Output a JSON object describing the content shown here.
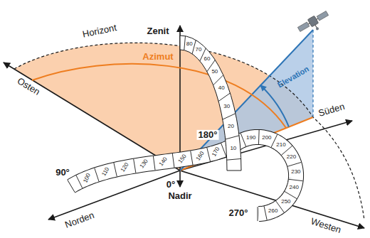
{
  "diagram": {
    "labels": [
      "Zenit",
      "Horizont",
      "Azimut",
      "Elevation",
      "Osten",
      "Süden",
      "Norden",
      "Westen",
      "Nadir",
      "90°",
      "0°",
      "180°",
      "270°",
      "10",
      "20",
      "30",
      "40",
      "50",
      "60",
      "70",
      "80",
      "100",
      "110",
      "120",
      "130",
      "140",
      "150",
      "160",
      "170",
      "190",
      "200",
      "210",
      "220",
      "230",
      "240",
      "250",
      "260"
    ]
  }
}
